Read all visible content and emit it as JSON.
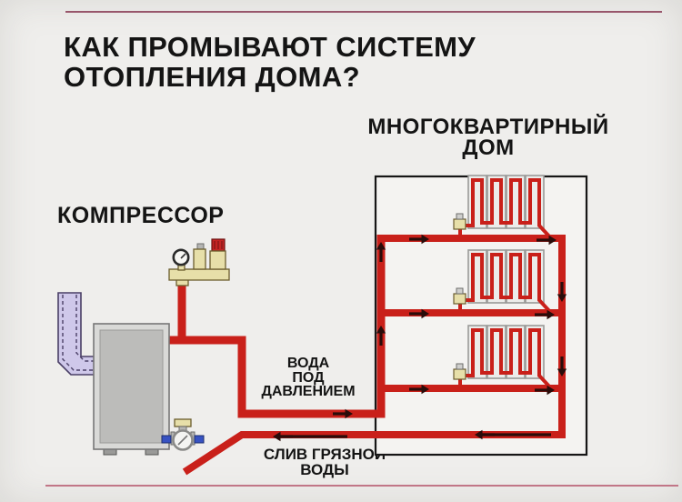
{
  "title": {
    "line1": "КАК ПРОМЫВАЮТ СИСТЕМУ",
    "line2": "ОТОПЛЕНИЯ ДОМА?"
  },
  "building_label": {
    "line1": "МНОГОКВАРТИРНЫЙ",
    "line2": "ДОМ"
  },
  "compressor_label": "КОМПРЕССОР",
  "pressure_label": {
    "line1": "ВОДА",
    "line2": "ПОД",
    "line3": "ДАВЛЕНИЕМ"
  },
  "drain_label": {
    "line1": "СЛИВ ГРЯЗНОЙ",
    "line2": "ВОДЫ"
  },
  "icons": {
    "compressor_tank": "compressor-tank",
    "suction_hose": "suction-hose",
    "pressure_gauge": "pressure-gauge-icon",
    "air_vent": "air-vent-icon",
    "safety_valve": "safety-valve-icon",
    "water_meter": "water-meter-icon",
    "radiator": "radiator-coil",
    "flow_arrow": "flow-arrow"
  },
  "colors": {
    "bg": "#efeeec",
    "ink": "#141414",
    "pipe_red": "#c9201a",
    "arrow_dark": "#2a0c0a",
    "building_fill": "#f4f3f1",
    "building_stroke": "#161616",
    "radiator_panel": "#ececea",
    "radiator_stroke": "#9a9a98",
    "tank_fill": "#bcbcba",
    "tank_ring": "#d9d9d7",
    "hose_fill": "#cfc8ea",
    "hose_stroke": "#4a3f66",
    "brass_fill": "#e7dfa9",
    "brass_stroke": "#6b5d2e",
    "cap_red": "#c42424",
    "blue_fitting": "#3752c2",
    "gauge_face": "#f6f6f3",
    "gauge_ring": "#2a2a2a",
    "rule_top": "#98566b",
    "rule_bottom": "#c17687"
  }
}
